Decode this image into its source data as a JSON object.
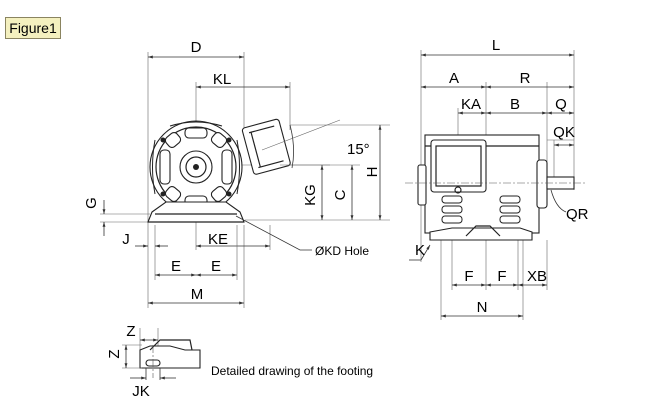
{
  "figure_label": "Figure1",
  "dims": {
    "D": "D",
    "KL": "KL",
    "H": "H",
    "C": "C",
    "KG": "KG",
    "G": "G",
    "J": "J",
    "KE": "KE",
    "E": "E",
    "M": "M",
    "L": "L",
    "A": "A",
    "R": "R",
    "KA": "KA",
    "B": "B",
    "Q": "Q",
    "QK": "QK",
    "QR": "QR",
    "K": "K",
    "F": "F",
    "XB": "XB",
    "N": "N",
    "Z": "Z",
    "JK": "JK"
  },
  "angle_label": "15°",
  "hole_label": "ØKD Hole",
  "footing_caption": "Detailed drawing of the footing"
}
